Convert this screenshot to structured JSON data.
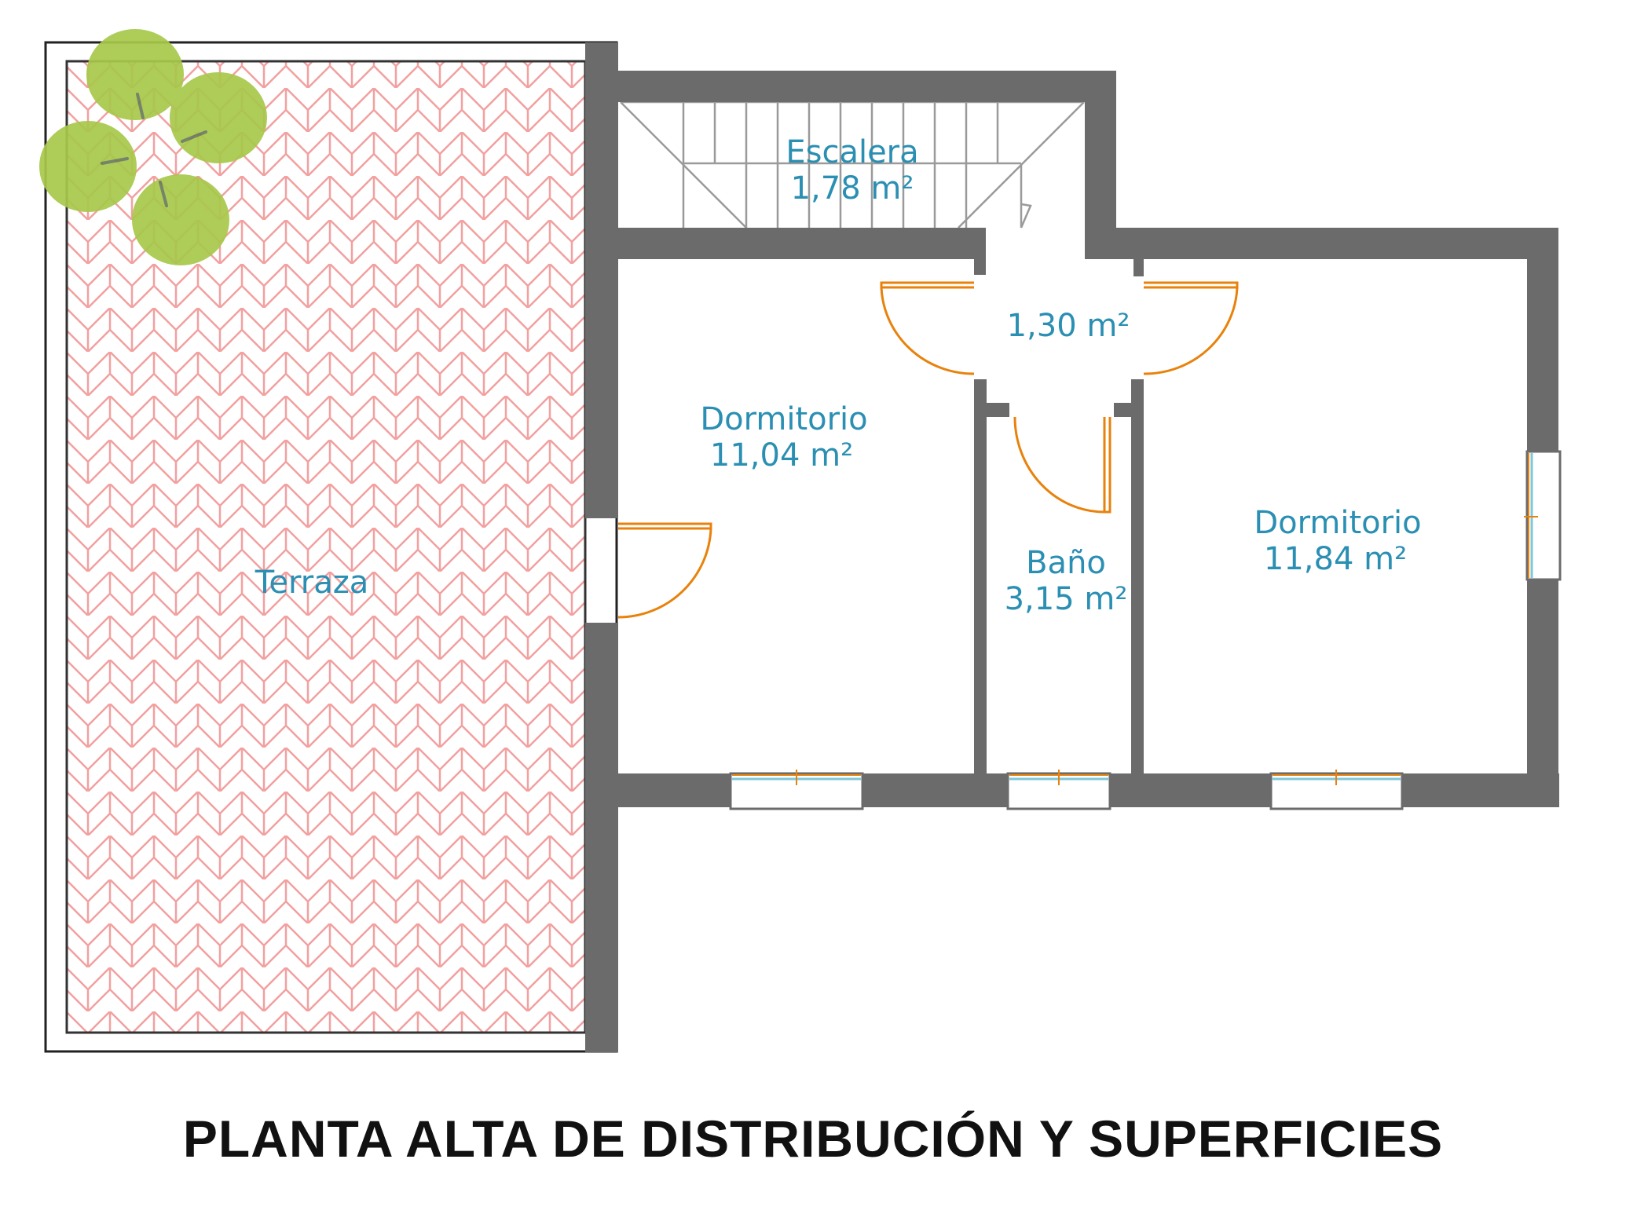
{
  "title": "PLANTA ALTA DE DISTRIBUCIÓN Y SUPERFICIES",
  "rooms": {
    "terraza": {
      "name": "Terraza"
    },
    "escalera": {
      "name": "Escalera",
      "area": "1,78 m²"
    },
    "pasillo": {
      "area": "1,30 m²"
    },
    "dormitorio_1": {
      "name": "Dormitorio",
      "area": "11,04 m²"
    },
    "bano": {
      "name": "Baño",
      "area": "3,15 m²"
    },
    "dormitorio_2": {
      "name": "Dormitorio",
      "area": "11,84 m²"
    }
  },
  "logo": {
    "icon": "four-leaf-logo-icon"
  },
  "colors": {
    "wall": "#6b6b6b",
    "door": "#e8820c",
    "label": "#2a8fb3",
    "terrace_tile": "#f2a0a0",
    "logo": "#a8c84a",
    "window": "#7fc7d9"
  }
}
